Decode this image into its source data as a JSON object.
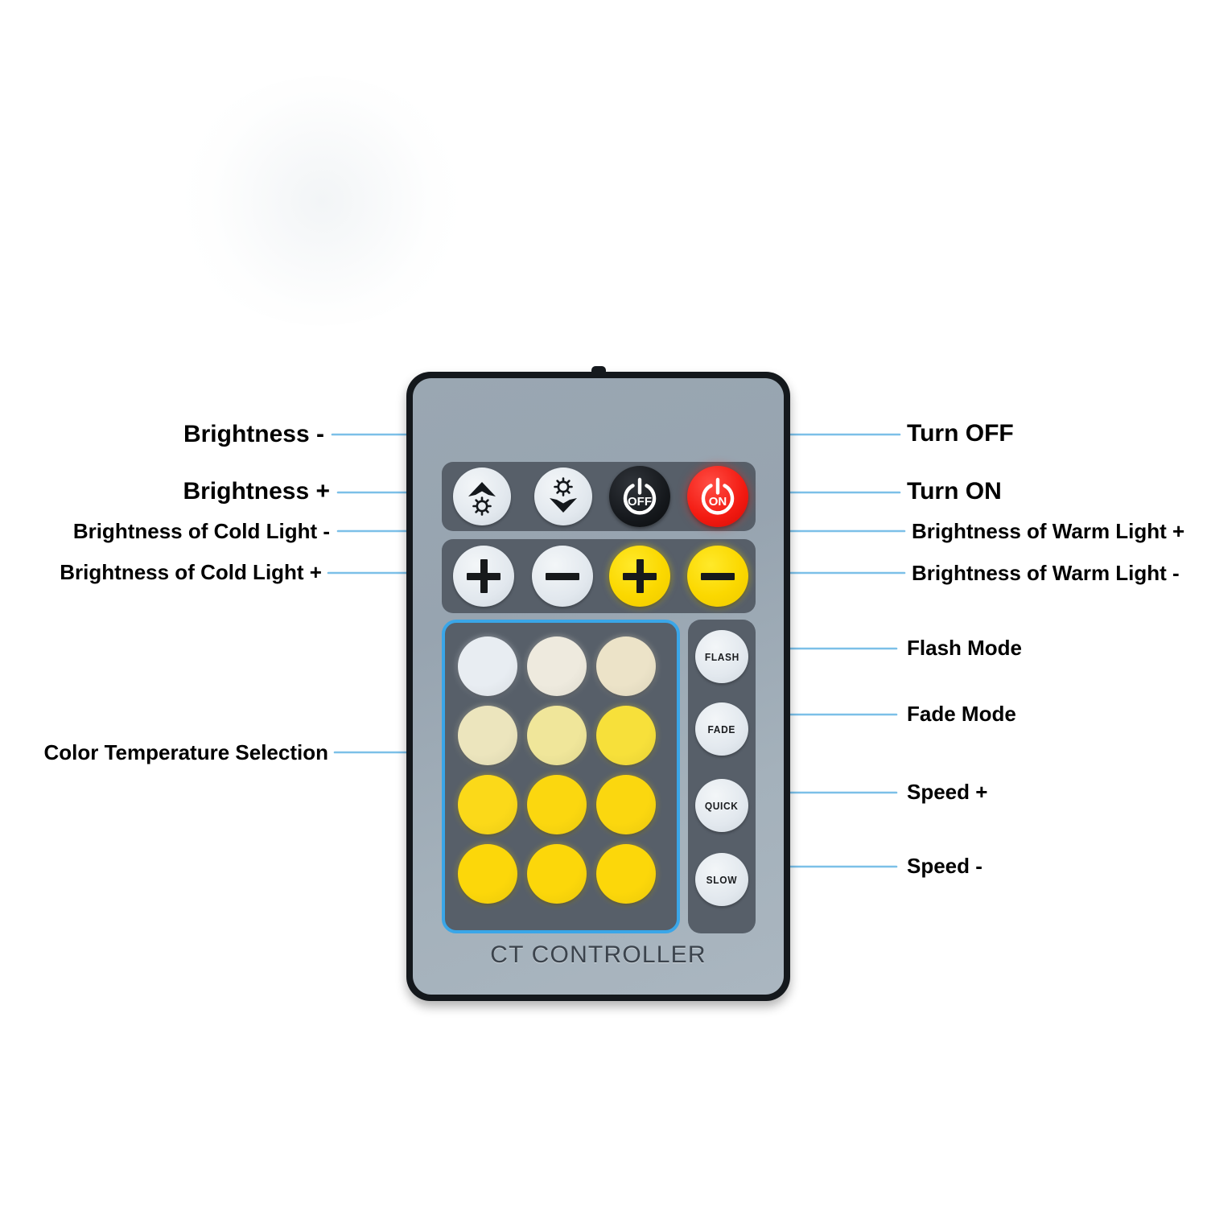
{
  "product": {
    "brand_text": "CT CONTROLLER",
    "body_color": "#14181c",
    "faceplate_color": "#9aa7b2",
    "panel_color": "#575f69",
    "highlight_color": "#3aa6e8",
    "leader_color": "#7cc0e8"
  },
  "annotations": {
    "left": [
      {
        "label": "Brightness -",
        "target": "brightness-down-button"
      },
      {
        "label": "Brightness +",
        "target": "brightness-up-button"
      },
      {
        "label": "Brightness of Cold Light -",
        "target": "cold-minus-button"
      },
      {
        "label": "Brightness of Cold Light +",
        "target": "cold-plus-button"
      },
      {
        "label": "Color Temperature Selection",
        "target": "color-temperature-grid"
      }
    ],
    "right": [
      {
        "label": "Turn OFF",
        "target": "power-off-button"
      },
      {
        "label": "Turn ON",
        "target": "power-on-button"
      },
      {
        "label": "Brightness of Warm Light +",
        "target": "warm-plus-button"
      },
      {
        "label": "Brightness of Warm Light -",
        "target": "warm-minus-button"
      },
      {
        "label": "Flash Mode",
        "target": "flash-button"
      },
      {
        "label": "Fade Mode",
        "target": "fade-button"
      },
      {
        "label": "Speed +",
        "target": "quick-button"
      },
      {
        "label": "Speed -",
        "target": "slow-button"
      }
    ]
  },
  "buttons": {
    "power_row": [
      {
        "name": "brightness-up-button",
        "icon": "chevron-up-sun-icon",
        "style": "white",
        "label": ""
      },
      {
        "name": "brightness-down-button",
        "icon": "sun-chevron-down-icon",
        "style": "white",
        "label": ""
      },
      {
        "name": "power-off-button",
        "icon": "power-icon",
        "style": "black",
        "label": "OFF"
      },
      {
        "name": "power-on-button",
        "icon": "power-icon",
        "style": "red",
        "label": "ON"
      }
    ],
    "plus_minus_row": [
      {
        "name": "cold-plus-button",
        "icon": "plus-icon",
        "style": "white",
        "sign": "+"
      },
      {
        "name": "cold-minus-button",
        "icon": "minus-icon",
        "style": "white",
        "sign": "-"
      },
      {
        "name": "warm-plus-button",
        "icon": "plus-icon",
        "style": "yellow",
        "sign": "+"
      },
      {
        "name": "warm-minus-button",
        "icon": "minus-icon",
        "style": "yellow",
        "sign": "-"
      }
    ],
    "modes": [
      {
        "name": "flash-button",
        "label": "FLASH"
      },
      {
        "name": "fade-button",
        "label": "FADE"
      },
      {
        "name": "quick-button",
        "label": "QUICK"
      },
      {
        "name": "slow-button",
        "label": "SLOW"
      }
    ]
  },
  "color_temperature_grid": {
    "rows": 4,
    "cols": 3,
    "swatches": [
      [
        "#e8edf2",
        "#eeeade",
        "#ece3c8"
      ],
      [
        "#ece5bd",
        "#f0e69a",
        "#f7e03a"
      ],
      [
        "#fbd919",
        "#fbd70f",
        "#fbd70f"
      ],
      [
        "#fcd70a",
        "#fcd70a",
        "#fcd70a"
      ]
    ]
  }
}
